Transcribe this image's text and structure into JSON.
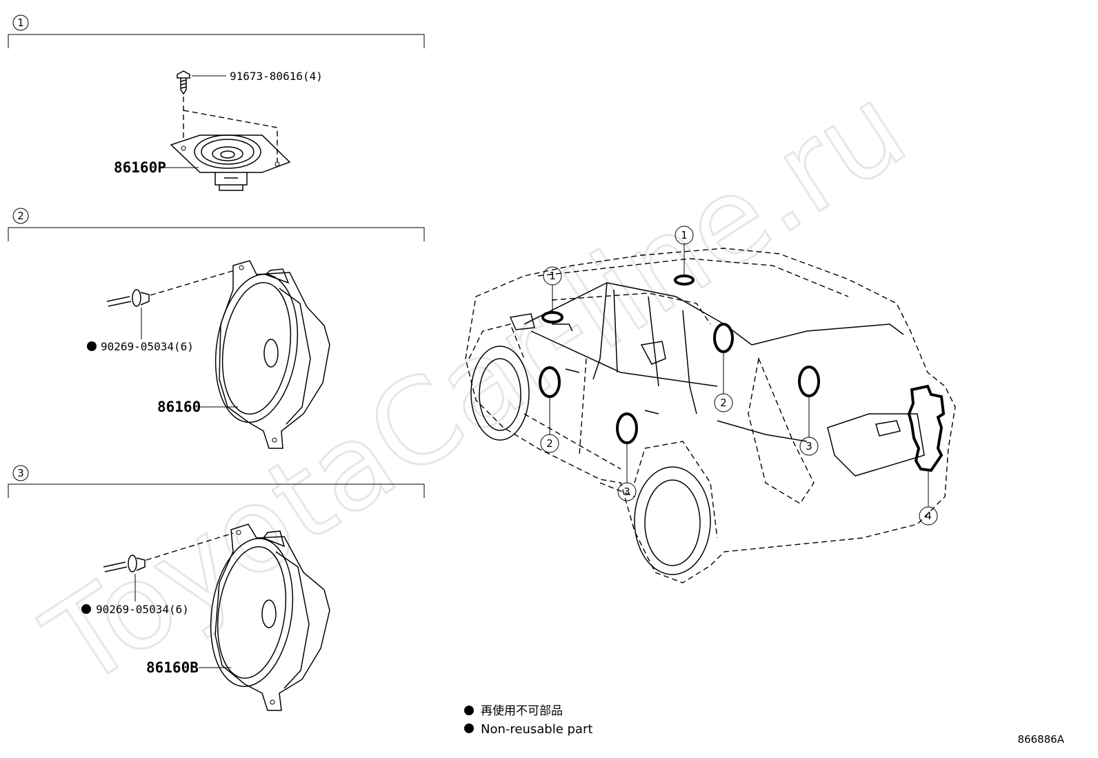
{
  "watermark": "ToyotaCar-line.ru",
  "sections": [
    {
      "id": "1",
      "label": "1",
      "screw_part": "91673-80616(4)",
      "speaker_part": "86160P"
    },
    {
      "id": "2",
      "label": "2",
      "screw_part": "90269-05034(6)",
      "speaker_part": "86160"
    },
    {
      "id": "3",
      "label": "3",
      "screw_part": "90269-05034(6)",
      "speaker_part": "86160B"
    }
  ],
  "car_callouts": [
    "1",
    "1",
    "2",
    "2",
    "3",
    "3",
    "4"
  ],
  "legend": {
    "cjk_text": "再使用不可部品",
    "en_text": "Non-reusable part"
  },
  "diagram_code": "866886A"
}
